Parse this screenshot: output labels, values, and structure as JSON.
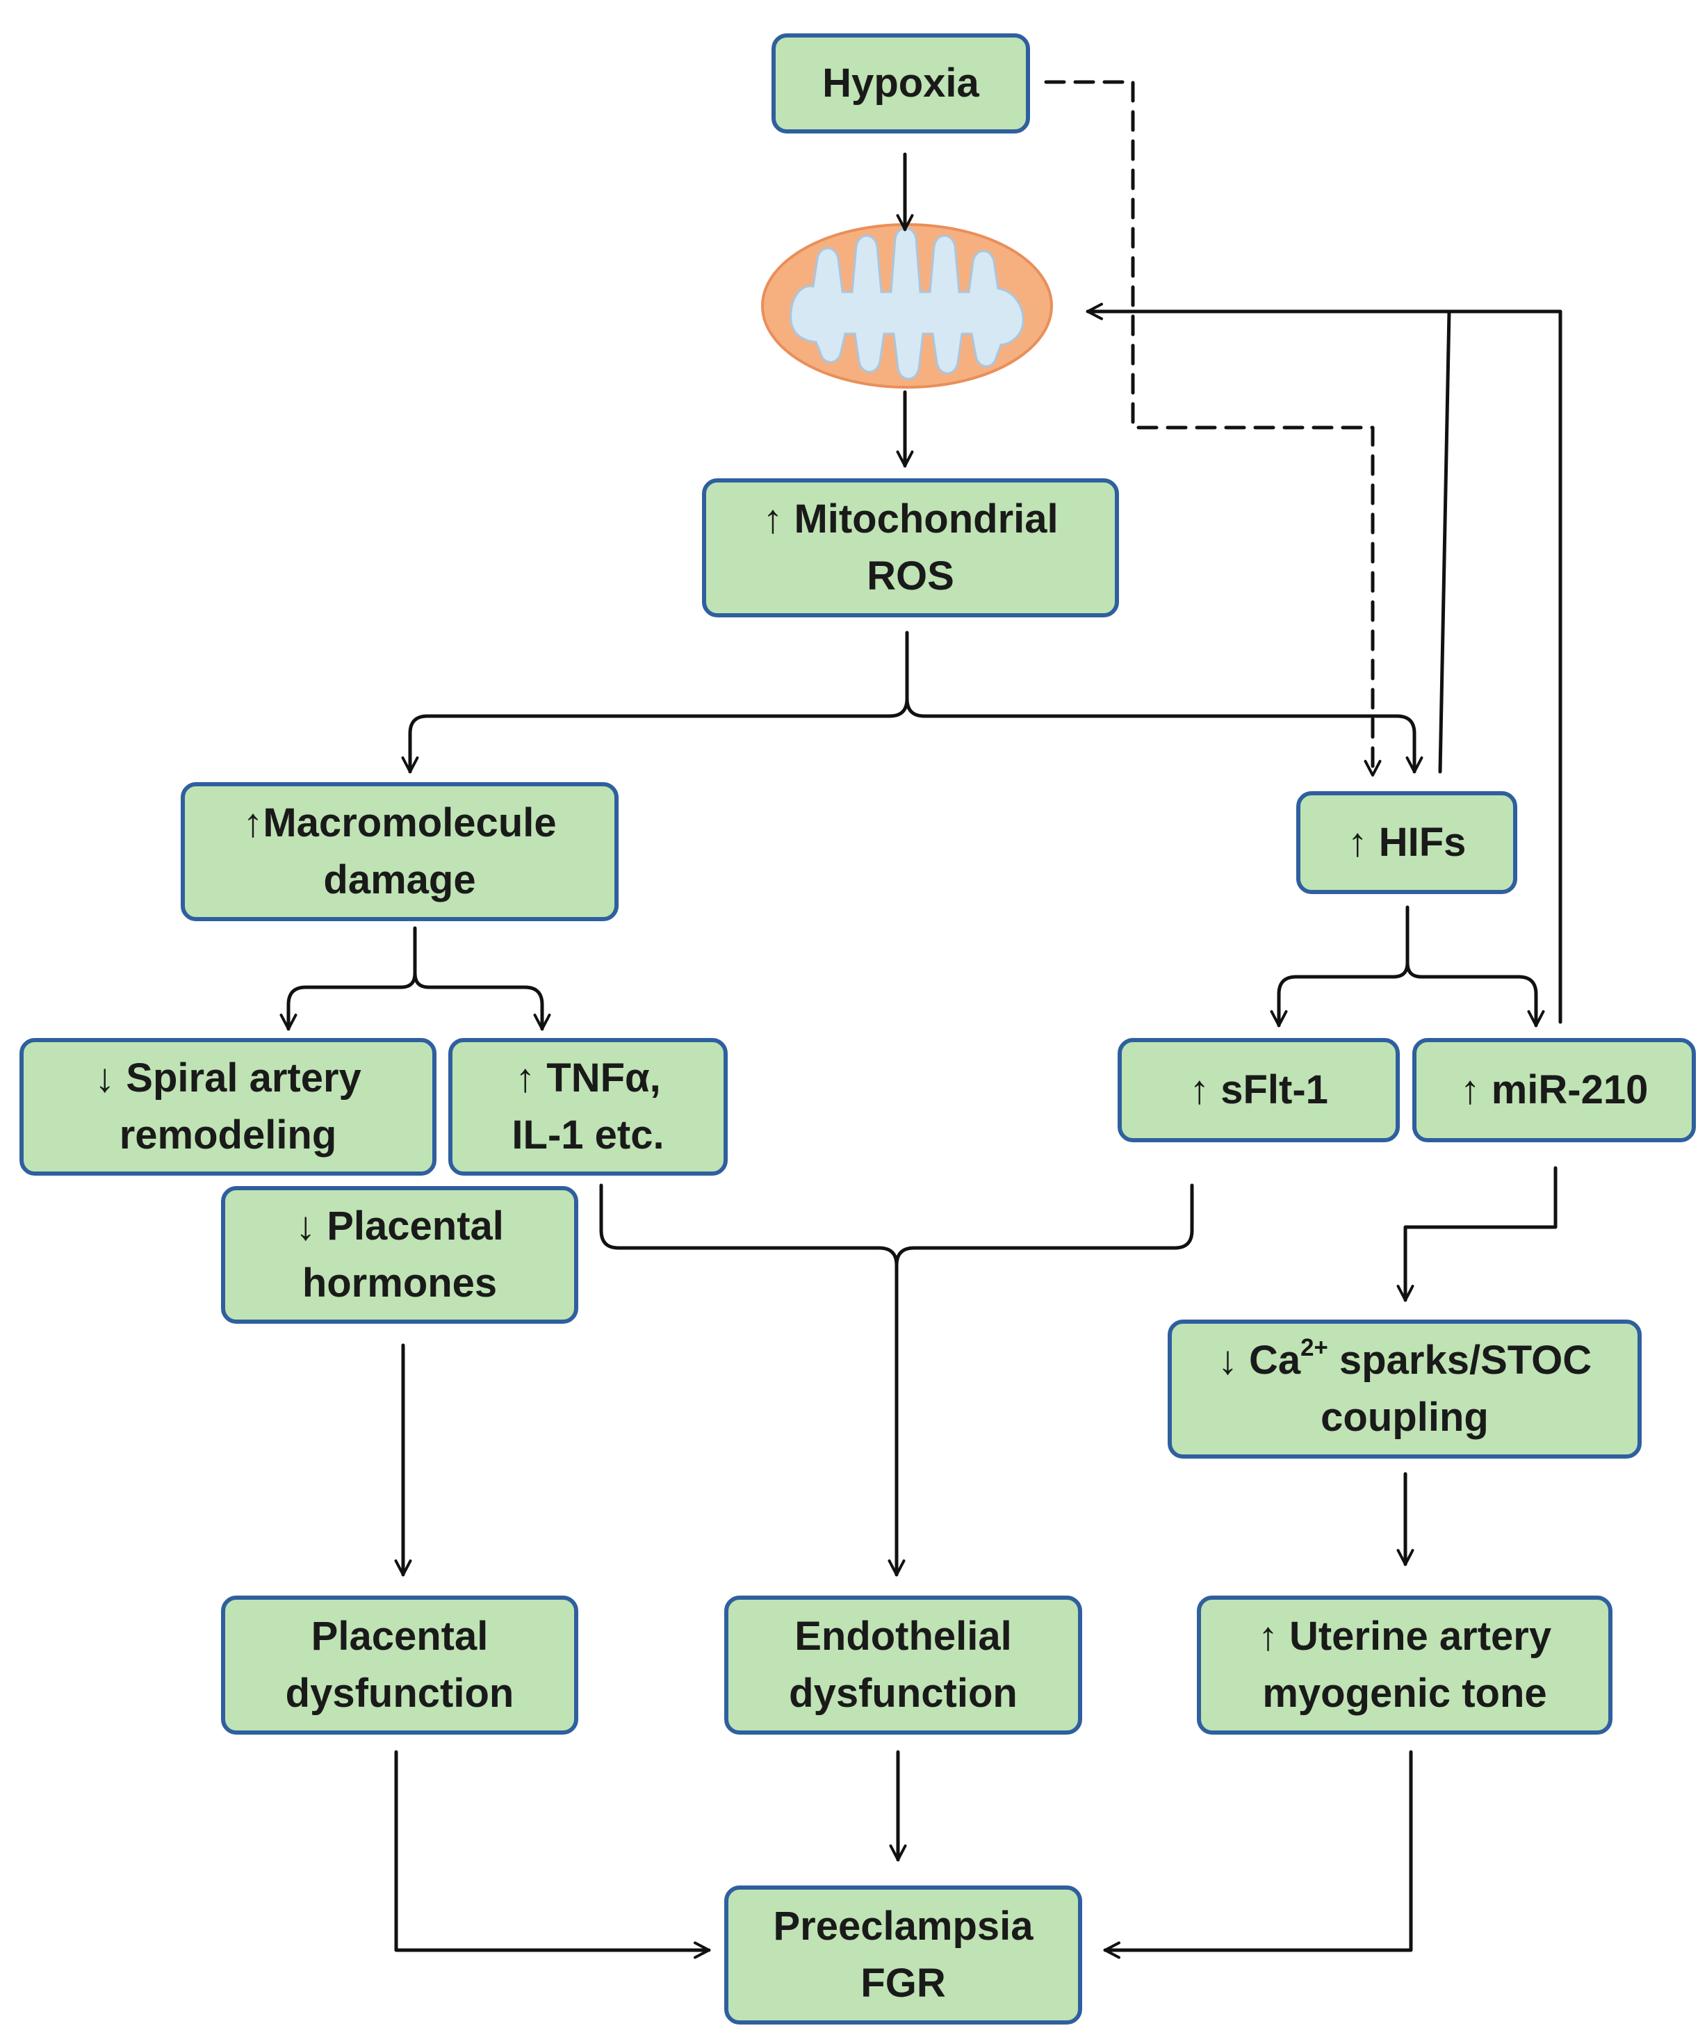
{
  "nodes": {
    "hypoxia": {
      "line1": "Hypoxia"
    },
    "mito_ros": {
      "line1": "↑ Mitochondrial",
      "line2": "ROS"
    },
    "macromolecule": {
      "line1": "↑Macromolecule",
      "line2": "damage"
    },
    "hifs": {
      "line1": "↑ HIFs"
    },
    "spiral": {
      "line1": "↓ Spiral artery",
      "line2": "remodeling"
    },
    "tnf": {
      "line1": "↑ TNFα,",
      "line2": "IL-1 etc."
    },
    "sflt": {
      "line1": "↑ sFlt-1"
    },
    "mir210": {
      "line1": "↑ miR-210"
    },
    "placental_hormones": {
      "line1": "↓ Placental",
      "line2": "hormones"
    },
    "ca_sparks": {
      "line1_pre": "↓ Ca",
      "line1_sup": "2+",
      "line1_post": " sparks/STOC",
      "line2": "coupling"
    },
    "placental_dysfunction": {
      "line1": "Placental",
      "line2": "dysfunction"
    },
    "endothelial": {
      "line1": "Endothelial",
      "line2": "dysfunction"
    },
    "uterine": {
      "line1": "↑ Uterine artery",
      "line2": "myogenic tone"
    },
    "outcome": {
      "line1": "Preeclampsia",
      "line2": "FGR"
    }
  },
  "colors": {
    "box_fill": "#bfe3b4",
    "box_border": "#2f5f9e",
    "mito_outer": "#f6b080",
    "mito_inner": "#d6e8f4",
    "arrow": "#111111"
  },
  "icons": {
    "mitochondrion": "mitochondrion-icon"
  }
}
